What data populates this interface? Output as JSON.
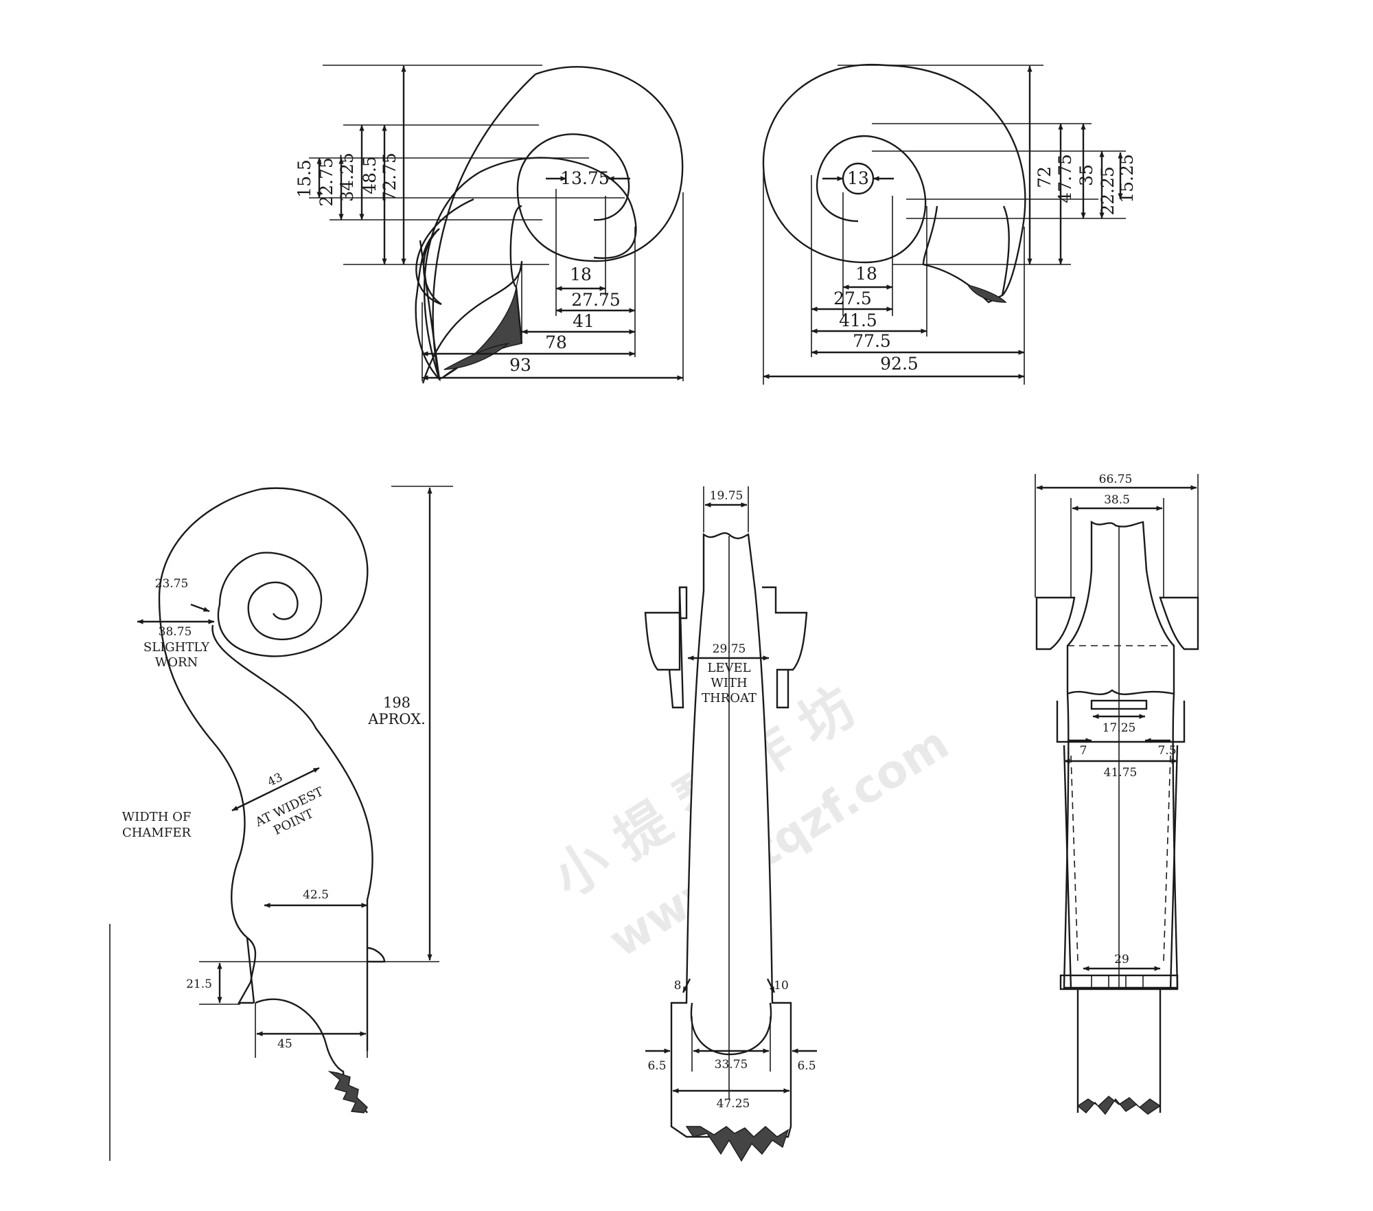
{
  "watermark": {
    "cn": "小 提 琴 作 坊",
    "url": "www.xtqzf.com"
  },
  "scroll_left": {
    "d_13_75": "13.75",
    "d_15_5": "15.5",
    "d_22_75": "22.75",
    "d_34_25": "34.25",
    "d_48_5": "48.5",
    "d_72_75": "72.75",
    "d_18": "18",
    "d_27_75": "27.75",
    "d_41": "41",
    "d_78": "78",
    "d_93": "93"
  },
  "scroll_right": {
    "d_13": "13",
    "d_72": "72",
    "d_47_75": "47.75",
    "d_35": "35",
    "d_22_25": "22.25",
    "d_15_25": "15.25",
    "d_18": "18",
    "d_27_5": "27.5",
    "d_41_5": "41.5",
    "d_77_5": "77.5",
    "d_92_5": "92.5"
  },
  "side_view": {
    "d_23_75": "23.75",
    "d_38_75": "38.75",
    "slightly": "SLIGHTLY",
    "worn": "WORN",
    "d_198": "198",
    "aprox": "APROX.",
    "d_43": "43",
    "at_widest": "AT WIDEST",
    "point": "POINT",
    "width_of": "WIDTH OF",
    "chamfer": "CHAMFER",
    "d_42_5": "42.5",
    "d_21_5": "21.5",
    "d_45": "45"
  },
  "front_view": {
    "d_19_75": "19.75",
    "d_29_75": "29.75",
    "level": "LEVEL",
    "with": "WITH",
    "throat": "THROAT",
    "d_8": "8",
    "d_10": "10",
    "d_6_5_left": "6.5",
    "d_6_5_right": "6.5",
    "d_33_75": "33.75",
    "d_47_25": "47.25"
  },
  "back_view": {
    "d_66_75": "66.75",
    "d_38_5": "38.5",
    "d_17_25": "17.25",
    "d_7": "7",
    "d_7_5": "7.5",
    "d_41_75": "41.75",
    "d_29": "29"
  }
}
